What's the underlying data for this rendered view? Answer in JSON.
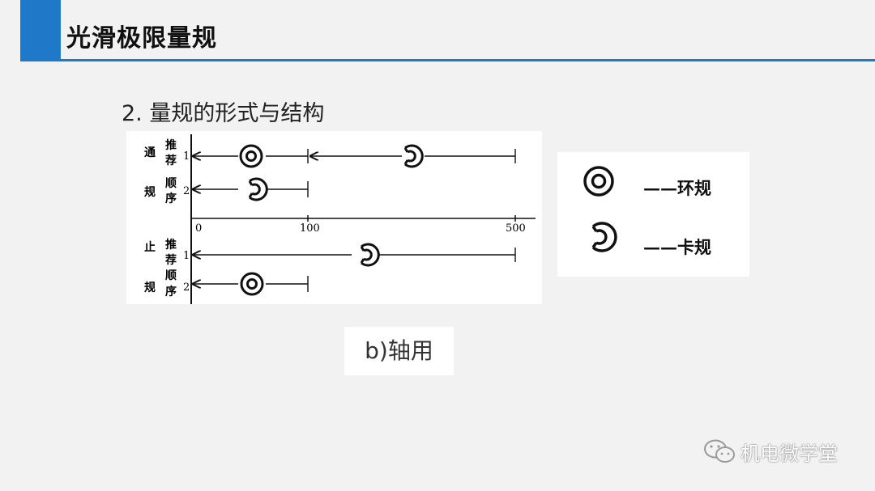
{
  "slide": {
    "title": "光滑极限量规",
    "subtitle": "2.  量规的形式与结构",
    "caption": "b)轴用",
    "watermark": "机电微学堂"
  },
  "diagram": {
    "go_label": [
      "通",
      "规"
    ],
    "nogo_label": [
      "止",
      "规"
    ],
    "order_label": [
      "推",
      "荐",
      "顺",
      "序"
    ],
    "order_1": "1",
    "order_2": "2",
    "scale": [
      "0",
      "100",
      "500"
    ]
  },
  "legend": {
    "ring_label": "——环规",
    "snap_label": "——卡规"
  },
  "colors": {
    "accent": "#1f78c8",
    "background": "#f2f2f2"
  }
}
